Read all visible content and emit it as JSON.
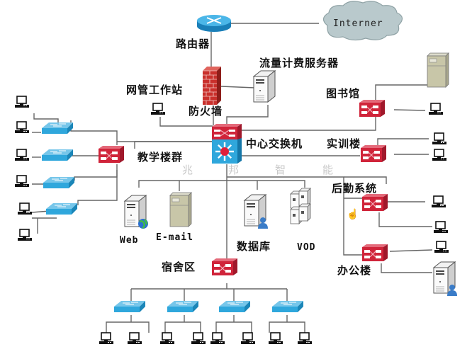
{
  "diagram": {
    "type": "network-topology",
    "colors": {
      "line": "#666666",
      "switch_red": "#d0243a",
      "switch_blue": "#2fa7dc",
      "router_blue": "#2b9bd6",
      "firewall_red": "#c9302c",
      "cloud_gray": "#b9c9cc",
      "server_beige": "#c8c6a8"
    },
    "labels": {
      "internet": "Interner",
      "router": "路由器",
      "firewall": "防火墙",
      "billing_server": "流量计费服务器",
      "nms_station": "网管工作站",
      "library": "图书馆",
      "core_switch": "中心交换机",
      "training_building": "实训楼",
      "teaching_buildings": "教学楼群",
      "logistics": "后勤系统",
      "web": "Web",
      "email": "E-mail",
      "database": "数据库",
      "vod": "VOD",
      "office_building": "办公楼",
      "dormitory": "宿舍区"
    },
    "watermark": [
      "兆",
      "邦",
      "智",
      "能"
    ],
    "nodes": [
      {
        "id": "internet",
        "kind": "cloud",
        "label": "Interner"
      },
      {
        "id": "router",
        "kind": "router",
        "label": "路由器"
      },
      {
        "id": "firewall",
        "kind": "firewall",
        "label": "防火墙"
      },
      {
        "id": "billing",
        "kind": "server",
        "label": "流量计费服务器"
      },
      {
        "id": "nms",
        "kind": "workstation",
        "label": "网管工作站"
      },
      {
        "id": "core",
        "kind": "core-switch",
        "label": "中心交换机"
      },
      {
        "id": "library",
        "kind": "switch",
        "label": "图书馆"
      },
      {
        "id": "training",
        "kind": "switch",
        "label": "实训楼"
      },
      {
        "id": "teaching",
        "kind": "switch",
        "label": "教学楼群"
      },
      {
        "id": "logistics",
        "kind": "switch",
        "label": "后勤系统"
      },
      {
        "id": "office",
        "kind": "switch",
        "label": "办公楼"
      },
      {
        "id": "dorm",
        "kind": "switch",
        "label": "宿舍区"
      },
      {
        "id": "web",
        "kind": "server",
        "label": "Web"
      },
      {
        "id": "email",
        "kind": "server",
        "label": "E-mail"
      },
      {
        "id": "db",
        "kind": "server",
        "label": "数据库"
      },
      {
        "id": "vod",
        "kind": "server",
        "label": "VOD"
      }
    ],
    "edges": [
      [
        "router",
        "internet"
      ],
      [
        "router",
        "firewall"
      ],
      [
        "firewall",
        "billing"
      ],
      [
        "firewall",
        "core"
      ],
      [
        "billing",
        "core"
      ],
      [
        "nms",
        "core"
      ],
      [
        "core",
        "library"
      ],
      [
        "core",
        "training"
      ],
      [
        "core",
        "teaching"
      ],
      [
        "core",
        "logistics"
      ],
      [
        "core",
        "office"
      ],
      [
        "core",
        "dorm"
      ],
      [
        "core",
        "web"
      ],
      [
        "core",
        "email"
      ],
      [
        "core",
        "db"
      ],
      [
        "core",
        "vod"
      ]
    ]
  }
}
